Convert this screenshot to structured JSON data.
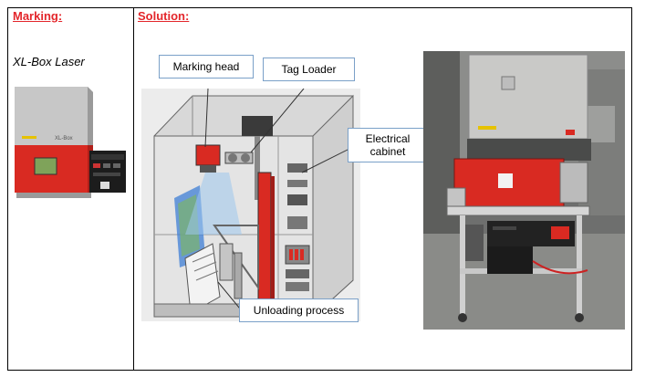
{
  "columns": {
    "marking": {
      "header": "Marking:",
      "product_name": "XL-Box Laser"
    },
    "solution": {
      "header": "Solution:",
      "callouts": {
        "marking_head": "Marking head",
        "tag_loader": "Tag Loader",
        "electrical_cabinet_line1": "Electrical",
        "electrical_cabinet_line2": "cabinet",
        "unloading_process": "Unloading process"
      }
    }
  },
  "colors": {
    "header_red": "#e3262b",
    "machine_red": "#d92a22",
    "callout_border": "#7aa0c8"
  }
}
